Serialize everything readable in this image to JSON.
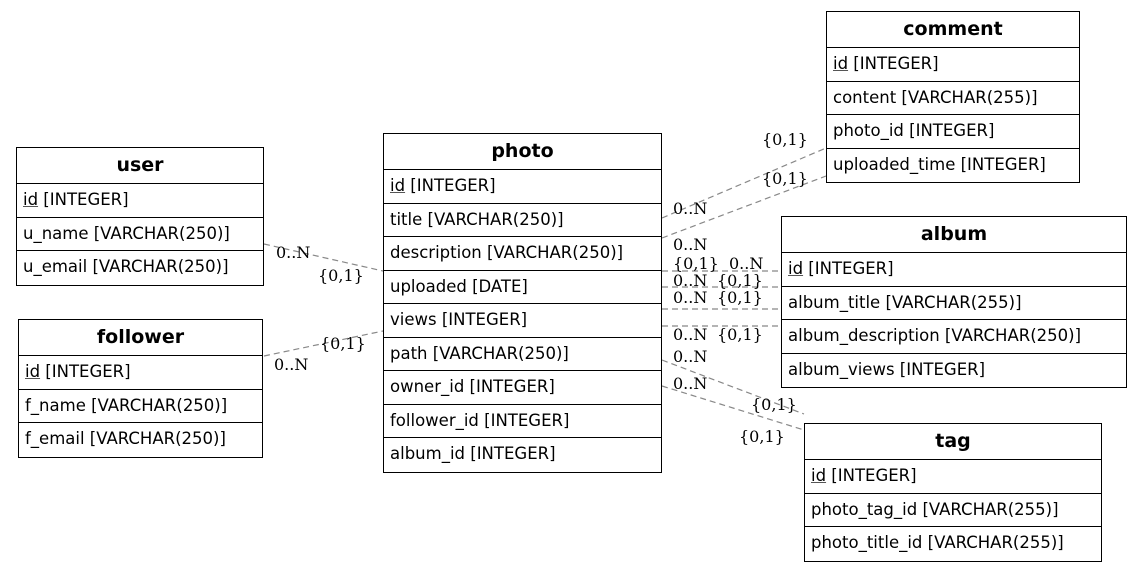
{
  "entities": {
    "user": {
      "title": "user",
      "attrs": [
        {
          "name": "id",
          "type": " [INTEGER]"
        },
        {
          "name": "u_name [VARCHAR(250)]"
        },
        {
          "name": "u_email [VARCHAR(250)]"
        }
      ]
    },
    "follower": {
      "title": "follower",
      "attrs": [
        {
          "name": "id",
          "type": " [INTEGER]"
        },
        {
          "name": "f_name [VARCHAR(250)]"
        },
        {
          "name": "f_email [VARCHAR(250)]"
        }
      ]
    },
    "photo": {
      "title": "photo",
      "attrs": [
        {
          "name": "id",
          "type": " [INTEGER]"
        },
        {
          "name": "title [VARCHAR(250)]"
        },
        {
          "name": "description [VARCHAR(250)]"
        },
        {
          "name": "uploaded [DATE]"
        },
        {
          "name": "views [INTEGER]"
        },
        {
          "name": "path [VARCHAR(250)]"
        },
        {
          "name": "owner_id [INTEGER]"
        },
        {
          "name": "follower_id [INTEGER]"
        },
        {
          "name": "album_id [INTEGER]"
        }
      ]
    },
    "comment": {
      "title": "comment",
      "attrs": [
        {
          "name": "id",
          "type": " [INTEGER]"
        },
        {
          "name": "content [VARCHAR(255)]"
        },
        {
          "name": "photo_id [INTEGER]"
        },
        {
          "name": "uploaded_time [INTEGER]"
        }
      ]
    },
    "album": {
      "title": "album",
      "attrs": [
        {
          "name": "id",
          "type": " [INTEGER]"
        },
        {
          "name": "album_title [VARCHAR(255)]"
        },
        {
          "name": "album_description [VARCHAR(250)]"
        },
        {
          "name": "album_views [INTEGER]"
        }
      ]
    },
    "tag": {
      "title": "tag",
      "attrs": [
        {
          "name": "id",
          "type": " [INTEGER]"
        },
        {
          "name": "photo_tag_id [VARCHAR(255)]"
        },
        {
          "name": "photo_title_id [VARCHAR(255)]"
        }
      ]
    }
  },
  "cardinality": {
    "many": "0..N",
    "one": "{0,1}"
  },
  "colors": {
    "edge": "#888888",
    "border": "#000000"
  }
}
